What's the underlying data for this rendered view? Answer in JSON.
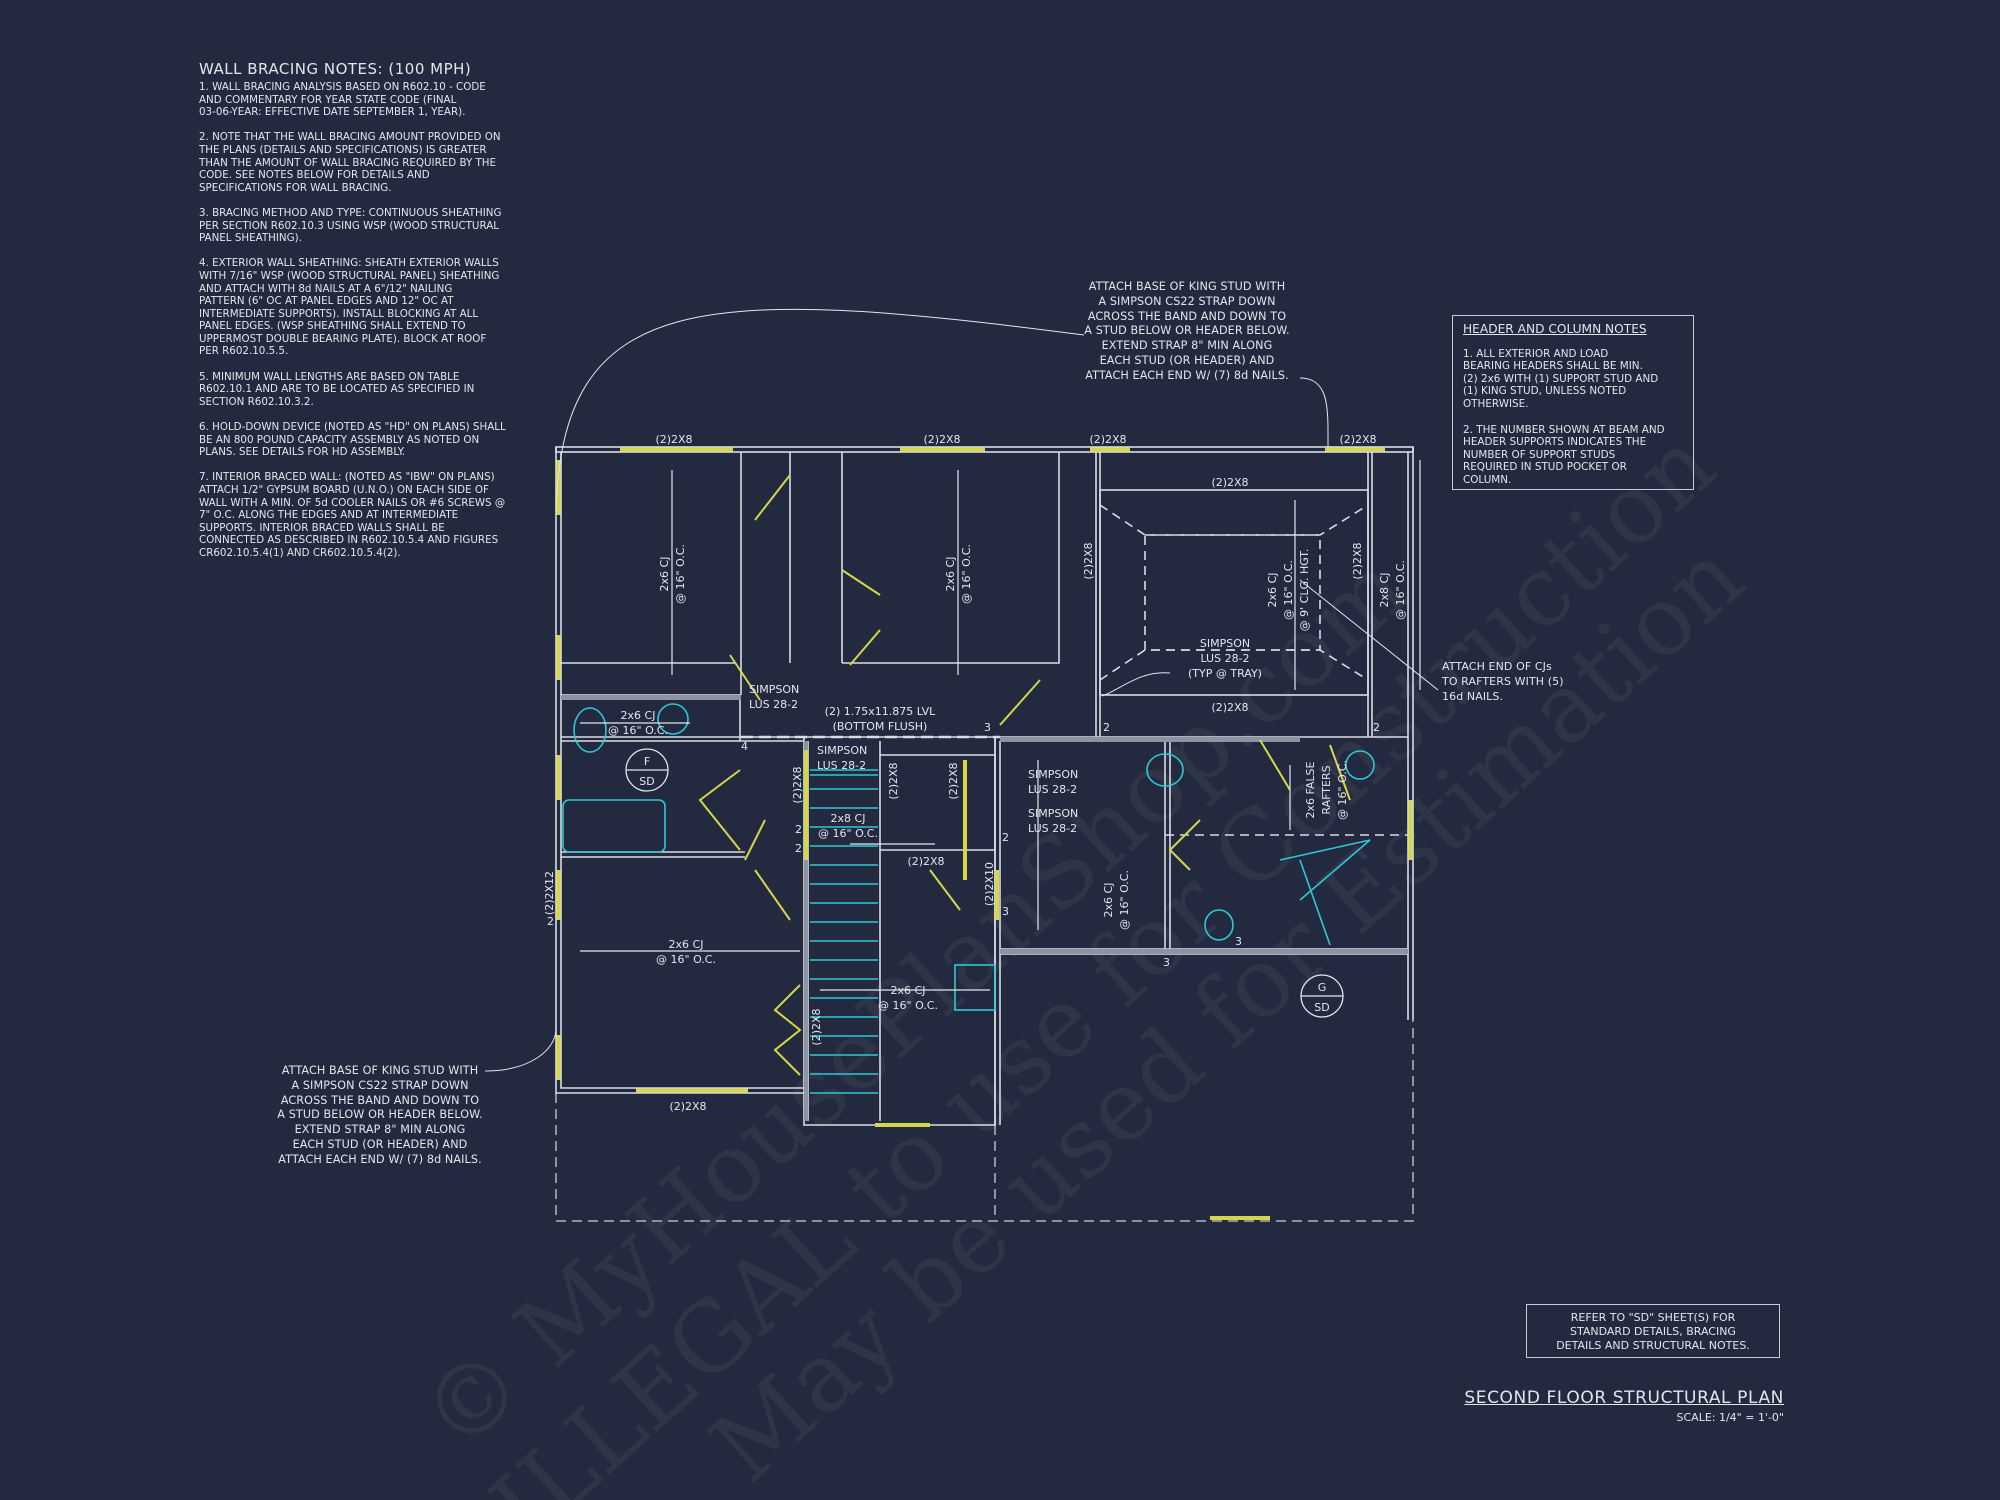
{
  "colors": {
    "background": "#232a3f",
    "lines": "#d9dce4",
    "headers": "#d6d64a",
    "fixtures": "#2fc7d3"
  },
  "wall_bracing": {
    "title": "WALL BRACING NOTES: (100 MPH)",
    "items": [
      "1. WALL BRACING ANALYSIS BASED ON R602.10 - CODE\nAND COMMENTARY FOR YEAR STATE CODE (FINAL\n03-06-YEAR: EFFECTIVE DATE SEPTEMBER 1, YEAR).",
      "2. NOTE THAT THE WALL BRACING AMOUNT PROVIDED ON\nTHE PLANS (DETAILS AND SPECIFICATIONS) IS GREATER\nTHAN THE AMOUNT OF WALL BRACING REQUIRED BY THE\nCODE. SEE NOTES BELOW FOR DETAILS AND\nSPECIFICATIONS FOR WALL BRACING.",
      "3. BRACING METHOD AND TYPE: CONTINUOUS SHEATHING\nPER SECTION R602.10.3 USING WSP (WOOD STRUCTURAL\nPANEL SHEATHING).",
      "4. EXTERIOR WALL SHEATHING: SHEATH EXTERIOR WALLS\nWITH 7/16\" WSP (WOOD STRUCTURAL PANEL) SHEATHING\nAND ATTACH WITH 8d NAILS AT A 6\"/12\" NAILING\nPATTERN (6\" OC AT PANEL EDGES AND 12\" OC AT\nINTERMEDIATE SUPPORTS). INSTALL BLOCKING AT ALL\nPANEL EDGES. (WSP SHEATHING SHALL EXTEND TO\nUPPERMOST DOUBLE BEARING PLATE). BLOCK AT ROOF\nPER R602.10.5.5.",
      "5. MINIMUM WALL LENGTHS ARE BASED ON TABLE\nR602.10.1 AND ARE TO BE LOCATED AS SPECIFIED IN\nSECTION R602.10.3.2.",
      "6. HOLD-DOWN DEVICE (NOTED AS \"HD\" ON PLANS) SHALL\nBE AN 800 POUND CAPACITY ASSEMBLY AS NOTED ON\nPLANS. SEE DETAILS FOR HD ASSEMBLY.",
      "7. INTERIOR BRACED WALL: (NOTED AS \"IBW\" ON PLANS)\nATTACH 1/2\" GYPSUM BOARD (U.N.O.) ON EACH SIDE OF\nWALL WITH A MIN. OF 5d COOLER NAILS OR #6 SCREWS @\n7\" O.C. ALONG THE EDGES AND AT INTERMEDIATE\nSUPPORTS.  INTERIOR BRACED WALLS SHALL BE\nCONNECTED AS DESCRIBED IN R602.10.5.4 AND FIGURES\nCR602.10.5.4(1) AND CR602.10.5.4(2)."
    ]
  },
  "callouts": {
    "strap_top": "ATTACH BASE OF KING STUD WITH\nA SIMPSON CS22 STRAP DOWN\nACROSS THE BAND AND DOWN TO\nA STUD BELOW OR HEADER BELOW.\nEXTEND STRAP 8\" MIN ALONG\nEACH STUD (OR HEADER) AND\nATTACH EACH END W/ (7) 8d NAILS.",
    "strap_bottom": "ATTACH BASE OF KING STUD WITH\nA SIMPSON CS22 STRAP DOWN\nACROSS THE BAND AND DOWN TO\nA STUD BELOW OR HEADER BELOW.\nEXTEND STRAP 8\" MIN ALONG\nEACH STUD (OR HEADER) AND\nATTACH EACH END W/ (7) 8d NAILS.",
    "rafters": "ATTACH END OF CJs\nTO RAFTERS WITH (5)\n16d NAILS."
  },
  "header_notes": {
    "title": "HEADER AND COLUMN NOTES",
    "items": [
      "1. ALL EXTERIOR AND LOAD\nBEARING HEADERS SHALL BE MIN.\n(2) 2x6 WITH (1) SUPPORT STUD AND\n(1) KING STUD, UNLESS NOTED\nOTHERWISE.",
      "2. THE NUMBER SHOWN AT BEAM AND\nHEADER SUPPORTS INDICATES THE\nNUMBER OF SUPPORT STUDS\nREQUIRED IN STUD POCKET OR\nCOLUMN."
    ]
  },
  "sd_note": "REFER TO \"SD\"  SHEET(S) FOR\nSTANDARD DETAILS, BRACING\nDETAILS AND STRUCTURAL NOTES.",
  "title": "SECOND FLOOR STRUCTURAL PLAN",
  "scale": "SCALE: 1/4\" = 1'-0\"",
  "plan": {
    "header_2x8": "(2)2X8",
    "header_2x10": "(2)2X10",
    "header_2x12": "(2)2X12",
    "cj_2x6": "2x6 CJ",
    "cj_2x8": "2x8 CJ",
    "oc16": "@ 16\" O.C.",
    "clg": "@ 9' CLG. HGT.",
    "simpson": "SIMPSON",
    "lus": "LUS 28-2",
    "typ_tray": "(TYP @ TRAY)",
    "lvl": "(2) 1.75x11.875 LVL",
    "bottom_flush": "(BOTTOM FLUSH)",
    "false_rafters_1": "2x6 FALSE",
    "false_rafters_2": "RAFTERS",
    "detail_f": "F",
    "detail_g": "G",
    "detail_sheet": "SD",
    "studs": [
      "3",
      "2",
      "2",
      "4",
      "2",
      "2",
      "2",
      "3",
      "3",
      "3",
      "2"
    ]
  },
  "watermarks": [
    "© MyHousePlanShop.com",
    "ILLEGAL to use for Construction",
    "May be used for Estimation"
  ]
}
